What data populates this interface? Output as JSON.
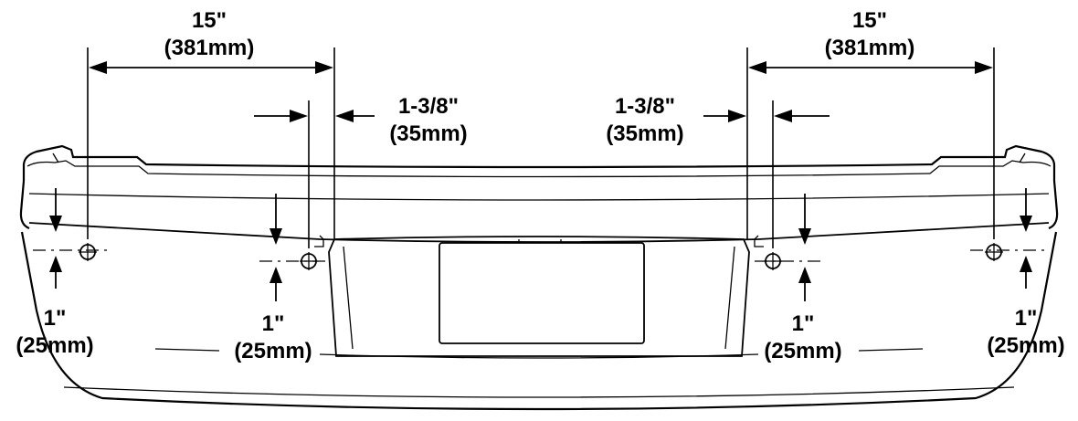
{
  "dimensions": {
    "left_spacing": {
      "inch": "15\"",
      "mm": "(381mm)"
    },
    "right_spacing": {
      "inch": "15\"",
      "mm": "(381mm)"
    },
    "left_inner_offset": {
      "inch": "1-3/8\"",
      "mm": "(35mm)"
    },
    "right_inner_offset": {
      "inch": "1-3/8\"",
      "mm": "(35mm)"
    },
    "outer_left_drop": {
      "inch": "1\"",
      "mm": "(25mm)"
    },
    "inner_left_drop": {
      "inch": "1\"",
      "mm": "(25mm)"
    },
    "inner_right_drop": {
      "inch": "1\"",
      "mm": "(25mm)"
    },
    "outer_right_drop": {
      "inch": "1\"",
      "mm": "(25mm)"
    }
  }
}
